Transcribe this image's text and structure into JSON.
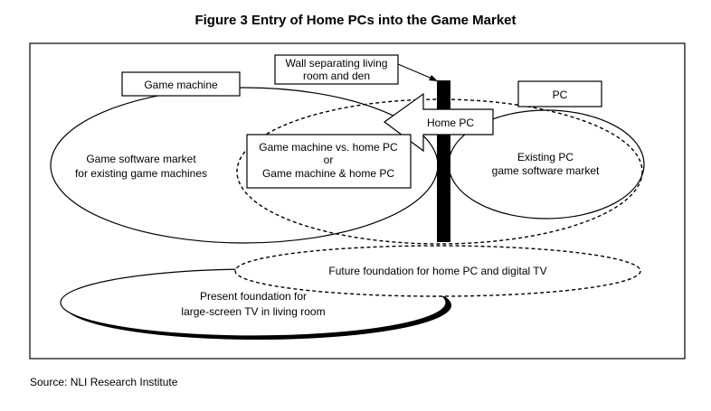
{
  "title": "Figure 3   Entry of Home PCs into the Game Market",
  "labels": {
    "game_machine": "Game machine",
    "wall": [
      "Wall separating living",
      "room and den"
    ],
    "pc": "PC",
    "home_pc": "Home PC",
    "game_software_market": [
      "Game software market",
      "for existing game machines"
    ],
    "overlap": [
      "Game machine vs. home PC",
      "or",
      "Game machine & home PC"
    ],
    "existing_pc": [
      "Existing PC",
      "game software market"
    ],
    "future": "Future foundation for home PC and digital TV",
    "present": [
      "Present foundation for",
      "large-screen TV in living room"
    ]
  },
  "source": "Source: NLI Research Institute"
}
